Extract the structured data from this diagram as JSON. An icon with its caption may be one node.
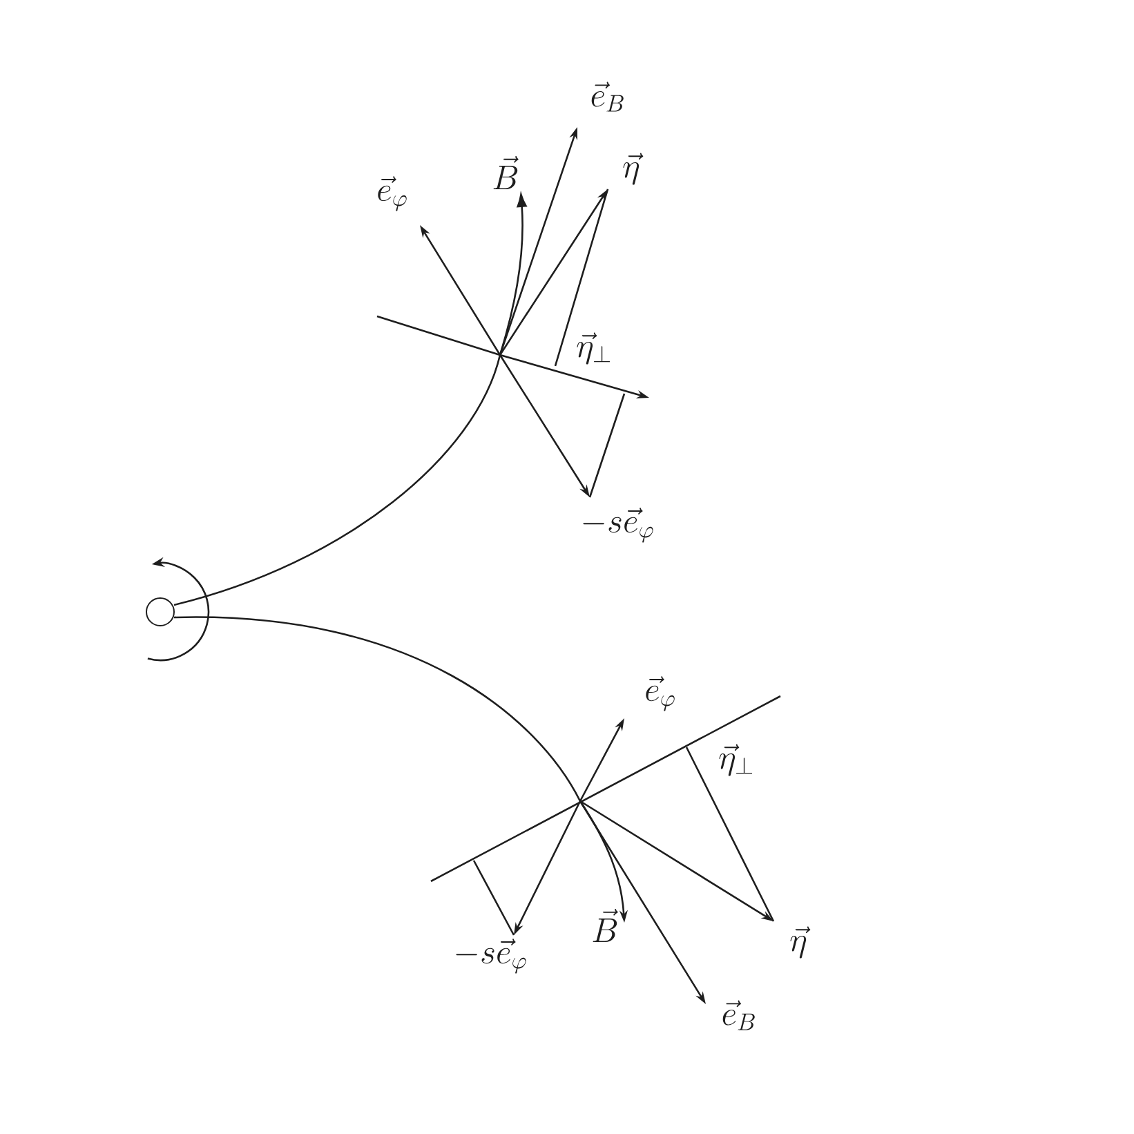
{
  "diagram": {
    "labels": [
      "\\vec{e}_{B}",
      "\\vec{B}",
      "\\vec{\\eta}",
      "\\vec{e}_{\\varphi}",
      "\\vec{\\eta}_{\\perp}",
      "-s\\vec{e}_{\\varphi}",
      "\\vec{e}_{\\varphi}",
      "\\vec{\\eta}_{\\perp}",
      "\\vec{B}",
      "\\vec{\\eta}",
      "-s\\vec{e}_{\\varphi}",
      "\\vec{e}_{B}"
    ]
  }
}
